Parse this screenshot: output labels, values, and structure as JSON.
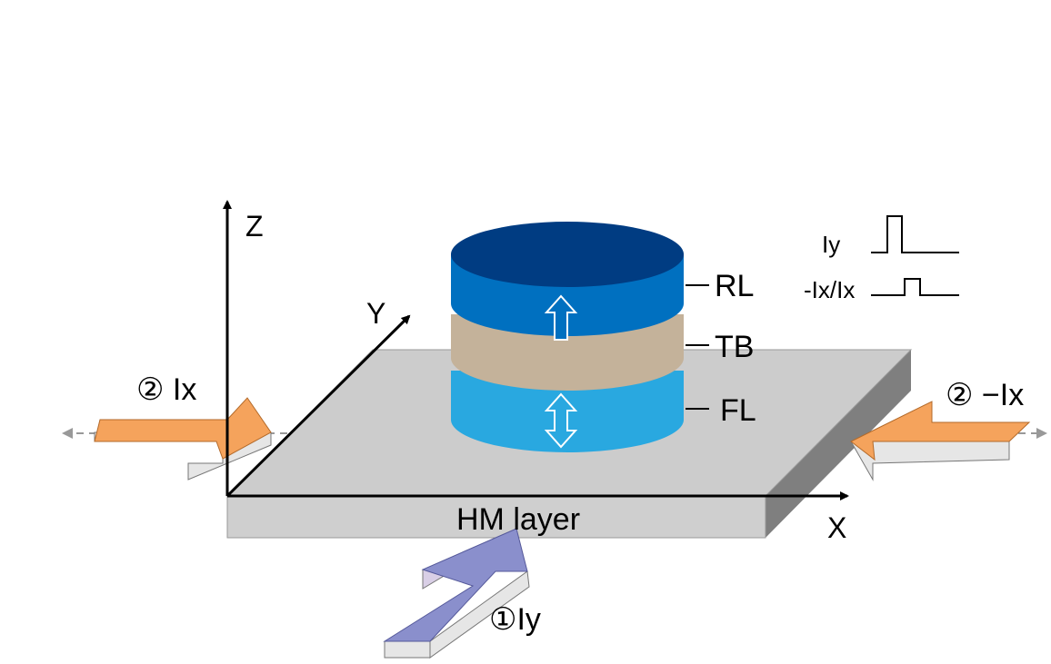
{
  "axes": {
    "z": "Z",
    "y": "Y",
    "x": "X"
  },
  "layers": {
    "rl": "RL",
    "tb": "TB",
    "fl": "FL"
  },
  "substrate_label": "HM layer",
  "currents": {
    "left": "② Ix",
    "right": "② −Ix",
    "bottom": "①Iy"
  },
  "pulses": {
    "iy": "Iy",
    "ix": "-Ix/Ix"
  },
  "colors": {
    "rl_top": "#003c82",
    "rl_side": "#0070c0",
    "tb": "#c4b29a",
    "fl": "#29a8e0",
    "slab_top": "#cccccc",
    "slab_front": "#cfcfcf",
    "slab_side": "#7f7f7f",
    "orange_arrow": "#f5a35c",
    "purple_arrow": "#8a8fcc"
  }
}
